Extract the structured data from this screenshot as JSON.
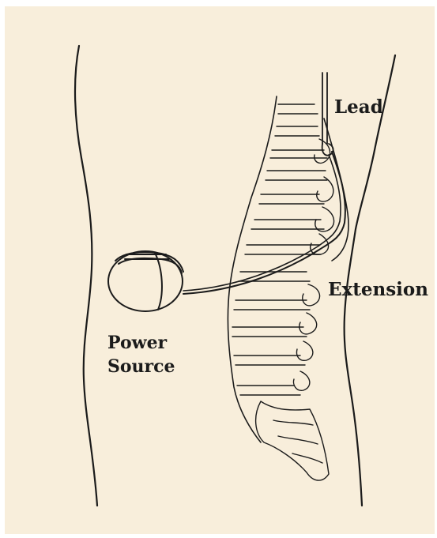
{
  "labels": {
    "lead": "Lead",
    "extension": "Extension",
    "power_source_line1": "Power",
    "power_source_line2": "Source"
  },
  "colors": {
    "paper": "#f8eedb",
    "ink": "#1b1b1b"
  }
}
